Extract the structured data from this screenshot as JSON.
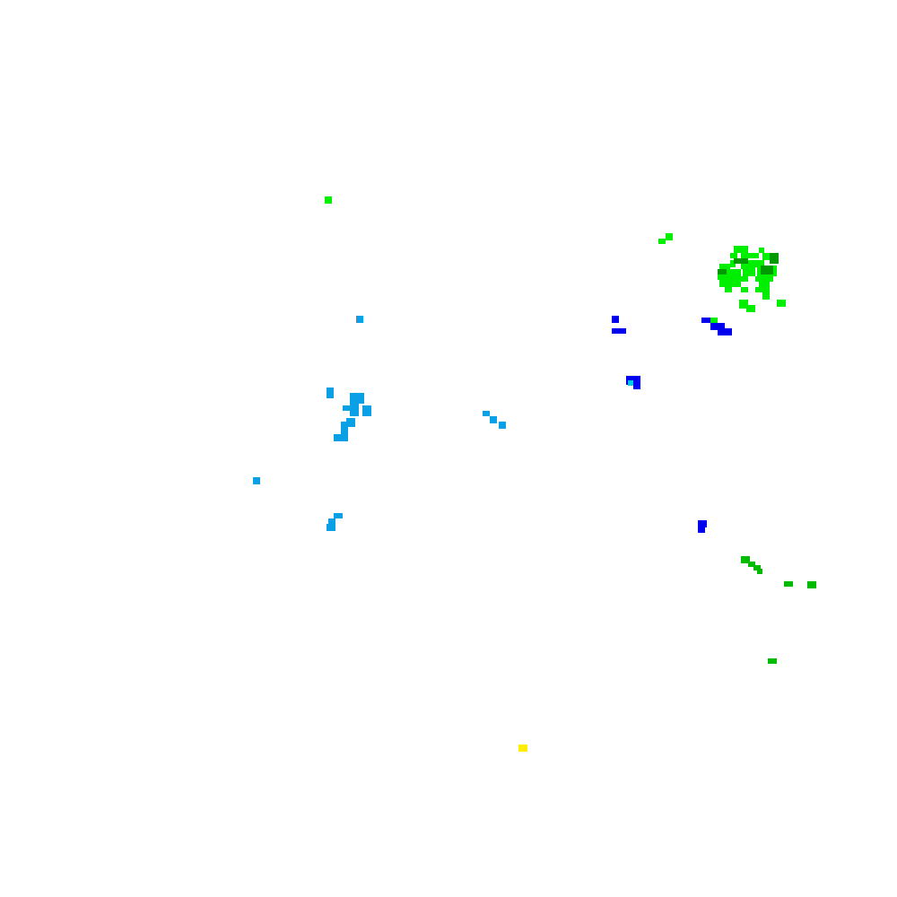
{
  "map": {
    "background": "#ffffff",
    "palette": {
      "bright-green": "#00ee00",
      "mid-green": "#00bb00",
      "dark-green": "#009900",
      "sky-blue": "#0aa0e6",
      "deep-blue": "#0000ee",
      "cyan": "#00c8e6",
      "yellow": "#ffee00"
    },
    "clusters": [
      {
        "name": "northeast-green-cluster",
        "color": "bright-green"
      },
      {
        "name": "northeast-green-cluster-dark",
        "color": "dark-green"
      },
      {
        "name": "north-green-scatter",
        "color": "bright-green"
      },
      {
        "name": "central-blue-scatter",
        "color": "deep-blue"
      },
      {
        "name": "west-skyblue-cluster",
        "color": "sky-blue"
      },
      {
        "name": "southeast-green-scatter",
        "color": "mid-green"
      },
      {
        "name": "south-yellow-cell",
        "color": "yellow"
      }
    ]
  }
}
